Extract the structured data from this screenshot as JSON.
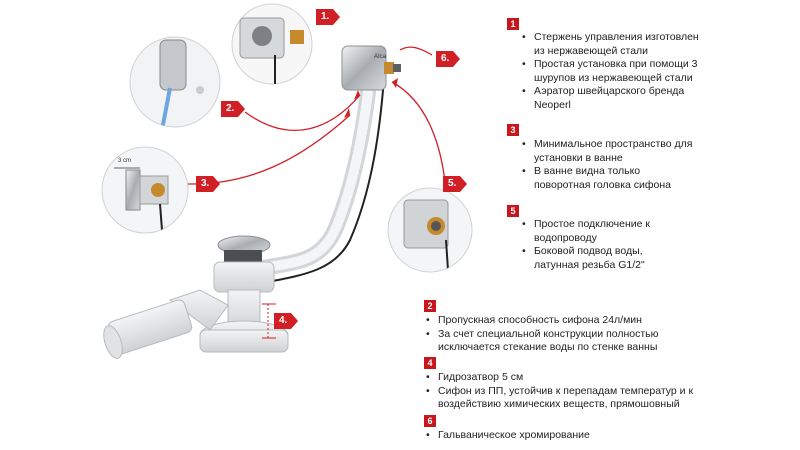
{
  "callouts": [
    "1.",
    "2.",
    "3.",
    "4.",
    "5.",
    "6."
  ],
  "inset_dimension": "3 cm",
  "logo_text": "AIca",
  "features": [
    {
      "num": "1",
      "items": [
        "Стержень управления изготовлен из нержавеющей стали",
        "Простая установка при помощи 3 шурупов из нержавеющей стали",
        "Аэратор швейцарского бренда Neoperl"
      ]
    },
    {
      "num": "3",
      "items": [
        "Минимальное пространство для установки в ванне",
        "В ванне видна только поворотная головка сифона"
      ]
    },
    {
      "num": "5",
      "items": [
        "Простое подключение к водопроводу",
        "Боковой подвод воды, латунная резьба G1/2\""
      ]
    },
    {
      "num": "2",
      "items": [
        "Пропускная способность сифона 24л/мин",
        "За счет специальной конструкции полностью исключается стекание воды по стенке ванны"
      ]
    },
    {
      "num": "4",
      "items": [
        "Гидрозатвор 5 см",
        "Сифон из ПП, устойчив к перепадам температур и к воздействию химических веществ, прямошовный"
      ]
    },
    {
      "num": "6",
      "items": [
        "Гальваническое хромирование"
      ]
    }
  ],
  "colors": {
    "accent": "#c8161d",
    "plastic": "#e6e8ea",
    "chrome": "#b5b9bd"
  }
}
